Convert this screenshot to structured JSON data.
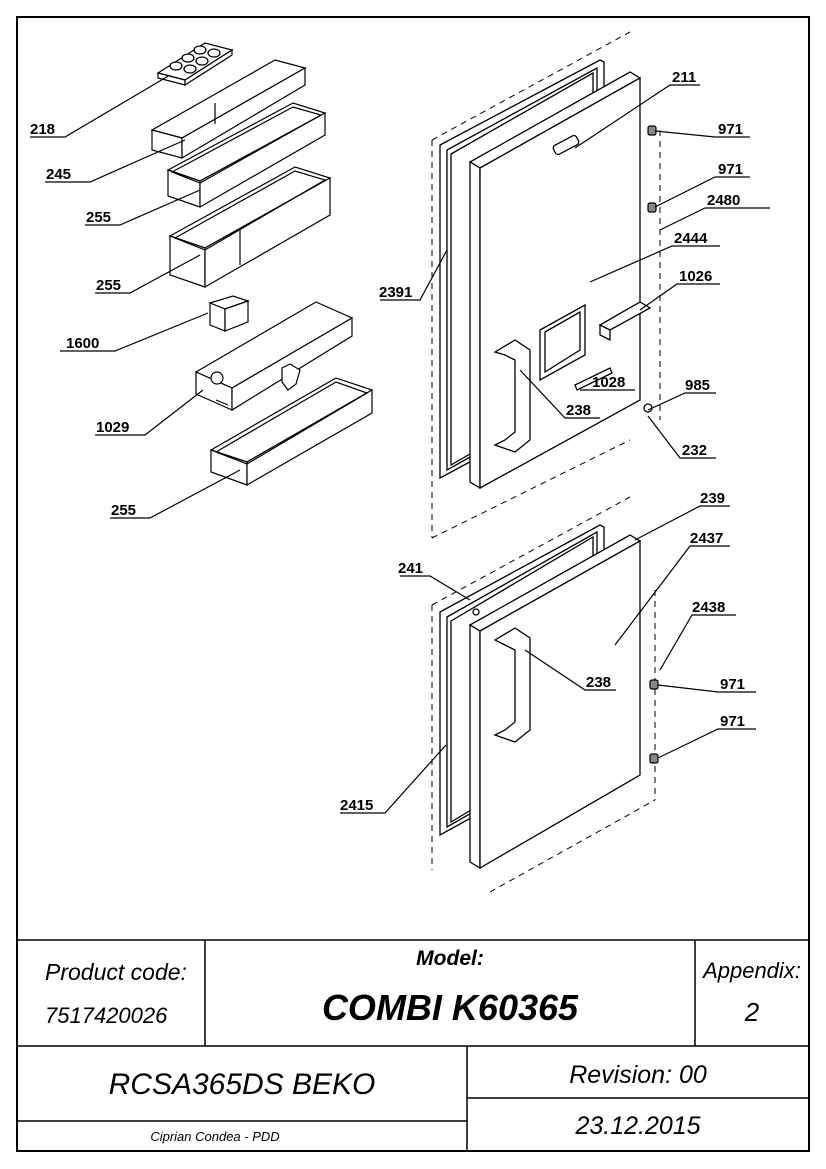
{
  "parts": {
    "p218": "218",
    "p245": "245",
    "p255a": "255",
    "p255b": "255",
    "p1600": "1600",
    "p1029": "1029",
    "p255c": "255",
    "p211": "211",
    "p971a": "971",
    "p971b": "971",
    "p2480": "2480",
    "p2444": "2444",
    "p2391": "2391",
    "p1026": "1026",
    "p1028": "1028",
    "p985": "985",
    "p238a": "238",
    "p232": "232",
    "p239": "239",
    "p2437": "2437",
    "p241": "241",
    "p2438": "2438",
    "p238b": "238",
    "p971c": "971",
    "p971d": "971",
    "p2415": "2415"
  },
  "title_block": {
    "product_code_label": "Product code:",
    "product_code": "7517420026",
    "model_label": "Model:",
    "model": "COMBI K60365",
    "appendix_label": "Appendix:",
    "appendix": "2",
    "product_name": "RCSA365DS BEKO",
    "revision": "Revision: 00",
    "author": "Ciprian Condea - PDD",
    "date": "23.12.2015"
  }
}
